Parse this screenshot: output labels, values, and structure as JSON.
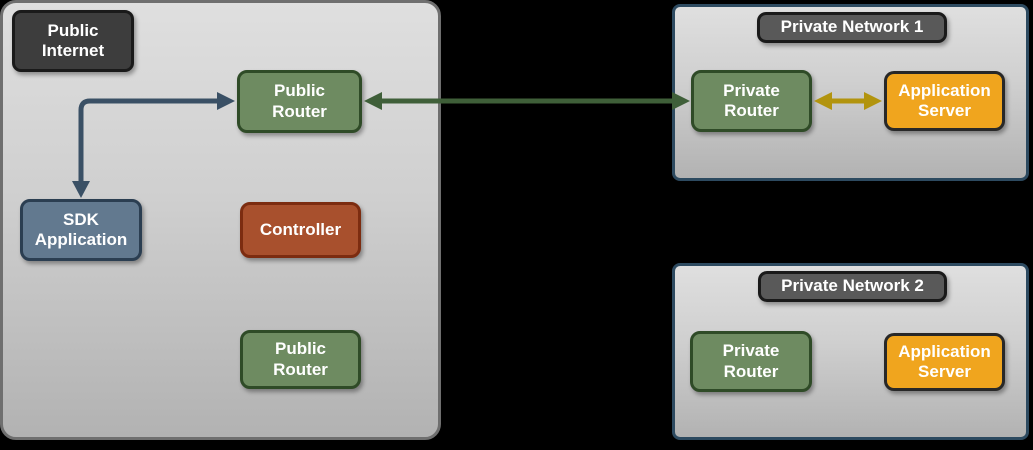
{
  "colors": {
    "background": "#000000",
    "zone_fill_top": "#dfdfdf",
    "zone_fill_bottom": "#b2b2b2",
    "public_zone_border": "#6f6f6f",
    "private_zone_border": "#2d4a60",
    "pi_label_fill": "#3d3d3d",
    "pn_label_fill": "#595959",
    "label_border": "#1a1a1a",
    "router_fill": "#6e8b61",
    "router_border": "#2f4b27",
    "sdk_fill": "#62798f",
    "sdk_border": "#2b3e51",
    "controller_fill": "#a8502d",
    "controller_border": "#7c2c10",
    "server_fill": "#f0a51e",
    "server_border": "#282828",
    "arrow_blue": "#3a5065",
    "arrow_green": "#3f5f39",
    "arrow_yellow": "#b2940e",
    "text": "#ffffff"
  },
  "zones": {
    "public_internet": {
      "title": "Public\nInternet"
    },
    "private_network_1": {
      "title": "Private Network 1"
    },
    "private_network_2": {
      "title": "Private Network 2"
    }
  },
  "nodes": {
    "public_router_top": {
      "label": "Public\nRouter"
    },
    "sdk_application": {
      "label": "SDK\nApplication"
    },
    "controller": {
      "label": "Controller"
    },
    "public_router_bottom": {
      "label": "Public\nRouter"
    },
    "pn1_private_router": {
      "label": "Private\nRouter"
    },
    "pn1_application_server": {
      "label": "Application\nServer"
    },
    "pn2_private_router": {
      "label": "Private\nRouter"
    },
    "pn2_application_server": {
      "label": "Application\nServer"
    }
  },
  "connections": [
    {
      "from": "sdk_application",
      "to": "public_router_top",
      "style": "double-arrow-elbow",
      "color": "#3a5065"
    },
    {
      "from": "public_router_top",
      "to": "pn1_private_router",
      "style": "double-arrow",
      "color": "#3f5f39"
    },
    {
      "from": "pn1_private_router",
      "to": "pn1_application_server",
      "style": "double-arrow",
      "color": "#b2940e"
    }
  ]
}
